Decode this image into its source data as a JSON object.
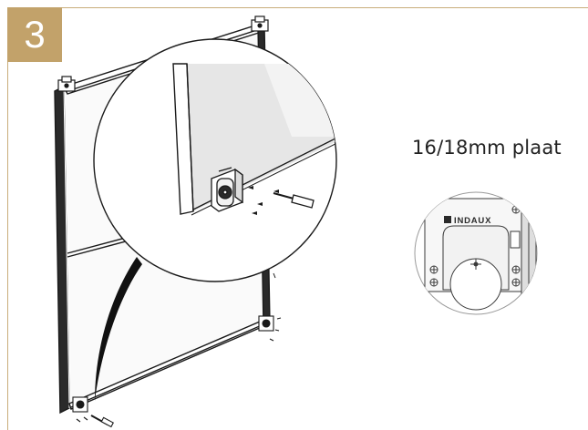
{
  "step": {
    "number": "3"
  },
  "board_label": "16/18mm plaat",
  "brand_label": "INDAUX",
  "colors": {
    "accent": "#c2a26a",
    "line": "#1a1a1a",
    "panel": "#e9e9e9"
  }
}
